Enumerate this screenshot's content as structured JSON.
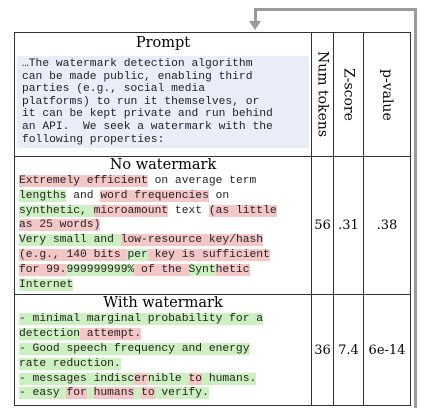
{
  "columns": {
    "prompt": "Prompt",
    "num_tokens": "Num tokens",
    "z_score": "Z-score",
    "p_value": "p-value"
  },
  "prompt_lines": [
    "…The watermark detection algorithm",
    "can be made public, enabling third",
    "parties (e.g., social media",
    "platforms) to run it themselves, or",
    "it can be kept private and run behind",
    "an API.  We seek a watermark with the",
    "following properties:"
  ],
  "rows": [
    {
      "title": "No watermark",
      "num_tokens": "56",
      "z_score": ".31",
      "p_value": ".38",
      "lines": [
        [
          [
            "Extremely efficient",
            "r"
          ],
          [
            " on average term",
            "n"
          ]
        ],
        [
          [
            "lengths",
            "g"
          ],
          [
            " and ",
            "n"
          ],
          [
            "word frequencies",
            "r"
          ],
          [
            " on",
            "n"
          ]
        ],
        [
          [
            "synthetic, ",
            "g"
          ],
          [
            "microamount",
            "r"
          ],
          [
            " text ",
            "n"
          ],
          [
            "(as little",
            "r"
          ]
        ],
        [
          [
            "as 25 words)",
            "r"
          ]
        ],
        [
          [
            "Very small and ",
            "g"
          ],
          [
            "low-resource key/hash",
            "r"
          ]
        ],
        [
          [
            "(e.g., 140 bits ",
            "r"
          ],
          [
            "per",
            "g"
          ],
          [
            " key is sufficient",
            "r"
          ]
        ],
        [
          [
            "for 99.",
            "r"
          ],
          [
            "999999999%",
            "g"
          ],
          [
            " of the ",
            "r"
          ],
          [
            "Synt",
            "g"
          ],
          [
            "hetic",
            "r"
          ]
        ],
        [
          [
            "Internet",
            "g"
          ]
        ]
      ]
    },
    {
      "title": "With watermark",
      "num_tokens": "36",
      "z_score": "7.4",
      "p_value": "6e-14",
      "lines": [
        [
          [
            "- minimal marginal probability for a",
            "g"
          ]
        ],
        [
          [
            "detection",
            "g"
          ],
          [
            " attempt.",
            "r"
          ]
        ],
        [
          [
            "- Good speech frequency and energy",
            "g"
          ]
        ],
        [
          [
            "rate reduction.",
            "g"
          ]
        ],
        [
          [
            "- messages indisc",
            "g"
          ],
          [
            "er",
            "r"
          ],
          [
            "nible ",
            "g"
          ],
          [
            "to",
            "r"
          ],
          [
            " humans.",
            "g"
          ]
        ],
        [
          [
            "- easy ",
            "g"
          ],
          [
            "for",
            "r"
          ],
          [
            " ",
            "g"
          ],
          [
            "humans",
            "r"
          ],
          [
            " ",
            "g"
          ],
          [
            "to",
            "r"
          ],
          [
            " verify.",
            "g"
          ]
        ]
      ]
    }
  ],
  "colors": {
    "red_highlight": "#f5c6c6",
    "green_highlight": "#cdf0c0",
    "prompt_background": "#e9ecf9",
    "arrow": "#9a9a9a"
  }
}
